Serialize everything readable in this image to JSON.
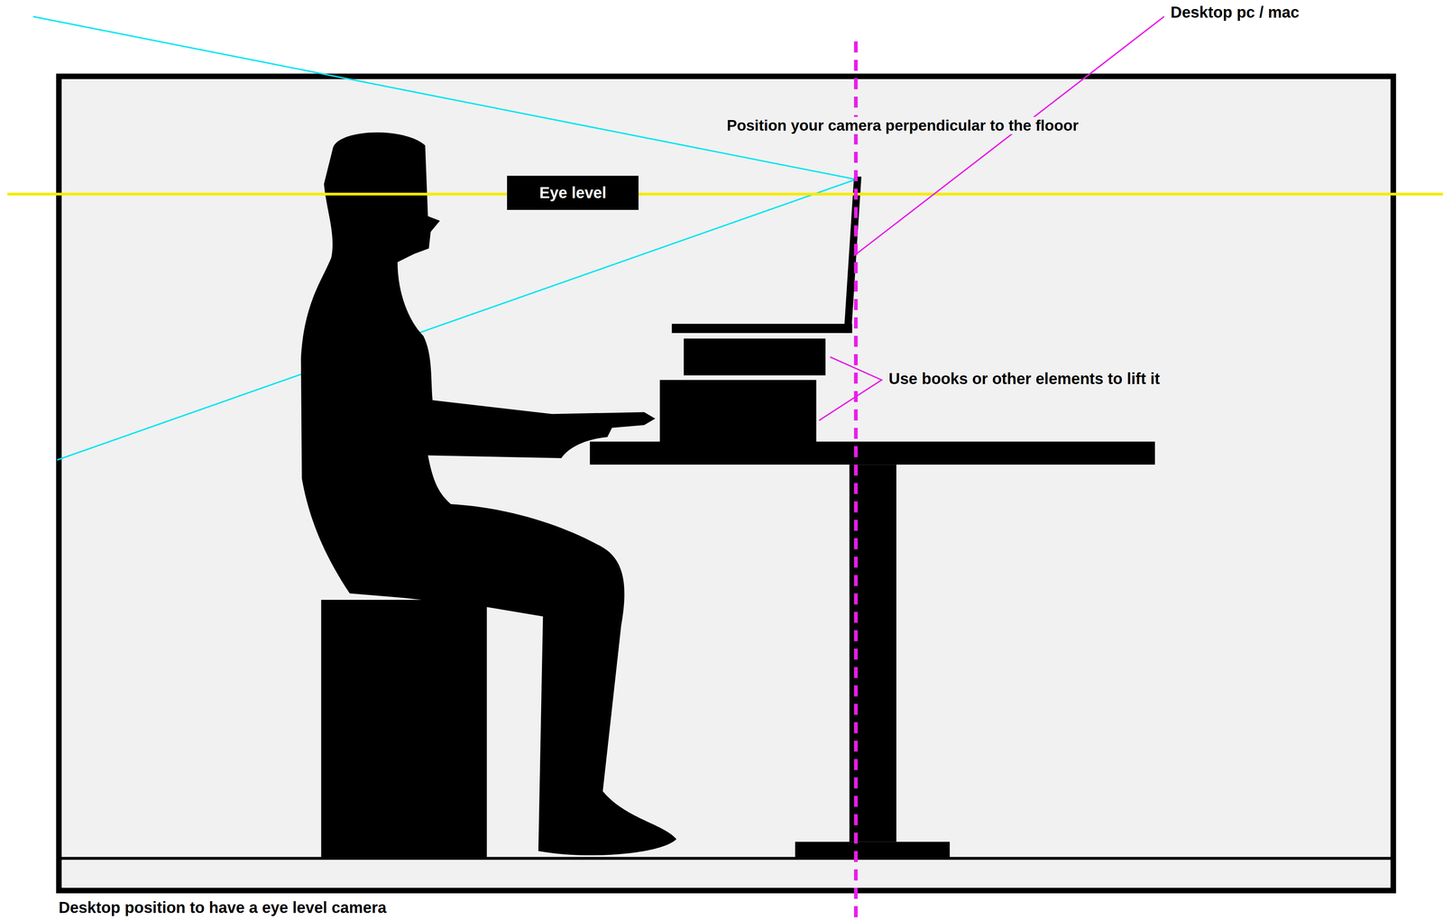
{
  "diagram": {
    "caption": "Desktop position to have a eye level camera",
    "nodes": [
      {
        "text": [
          "Eye level"
        ]
      }
    ],
    "labels": [
      "Desktop pc / mac",
      "Position your camera perpendicular to the flooor",
      "Use books or other elements to lift it"
    ]
  }
}
